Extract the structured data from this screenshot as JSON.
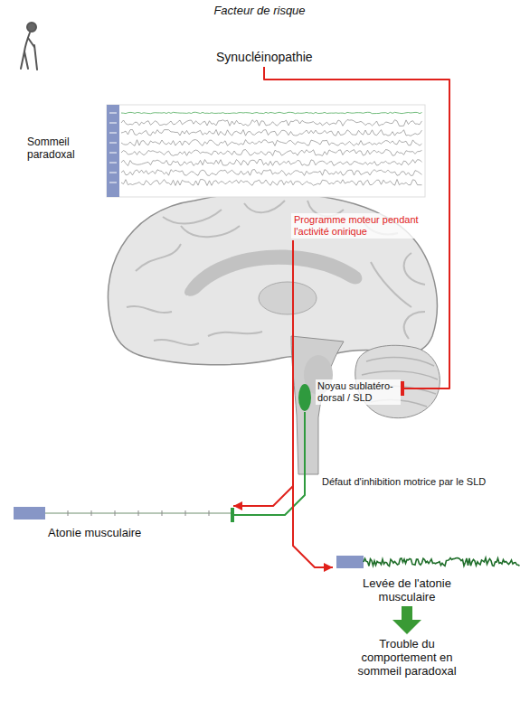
{
  "diagram": {
    "nodes": [
      {
        "text": [
          "Synucléinopathie"
        ]
      },
      {
        "text": [
          "Programme moteur pendant l'activité onirique"
        ]
      },
      {
        "text": [
          "Noyau sublatéro-dorsal / SLD"
        ]
      },
      {
        "text": [
          "Atonie musculaire"
        ]
      },
      {
        "text": [
          "Levée de l'atonie musculaire"
        ]
      },
      {
        "text": [
          "Trouble du comportement en sommeil paradoxal"
        ]
      }
    ],
    "edges": [
      {
        "from": 0,
        "to": 2,
        "arrow": "to"
      },
      {
        "from": 2,
        "to": 3,
        "arrow": "to"
      },
      {
        "from": 1,
        "to": 3,
        "arrow": "to"
      },
      {
        "from": 1,
        "to": 4,
        "arrow": "to"
      },
      {
        "from": 4,
        "to": 5,
        "arrow": "to"
      }
    ],
    "labels": [
      "Facteur de risque",
      "Sommeil paradoxal",
      "Défaut d'inhibition motrice par le SLD"
    ]
  }
}
